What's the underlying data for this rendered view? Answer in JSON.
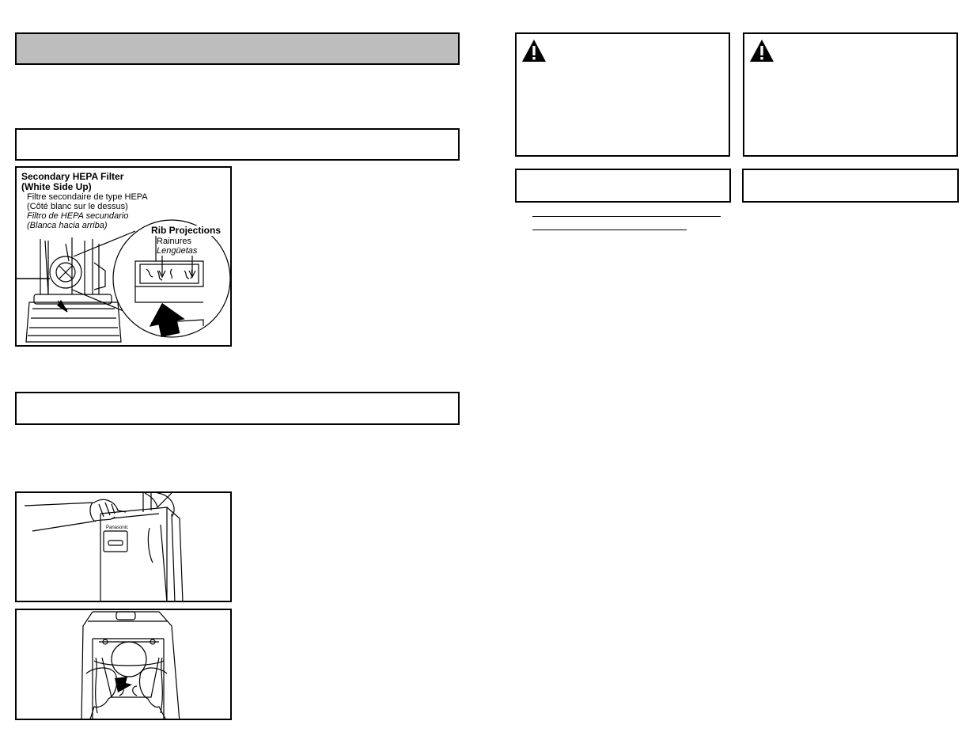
{
  "colors": {
    "title_bar": "#bdbdbd",
    "ink": "#000000",
    "page": "#ffffff"
  },
  "figure_filter": {
    "label_en": "Secondary HEPA Filter",
    "label_en_2": "(White Side Up)",
    "label_fr": "Filtre secondaire de type HEPA",
    "label_fr_2": "(Côté blanc sur le dessus)",
    "label_es": "Filtro de HEPA secundario",
    "label_es_2": "(Blanca hacia arriba)",
    "rib_en": "Rib Projections",
    "rib_fr": "Rainures",
    "rib_es": "Lengüetas"
  },
  "figure_bag_open": {
    "brand_plate": "Panasonic"
  },
  "warnings": [
    {
      "icon": "warning-triangle-icon"
    },
    {
      "icon": "warning-triangle-icon"
    }
  ]
}
